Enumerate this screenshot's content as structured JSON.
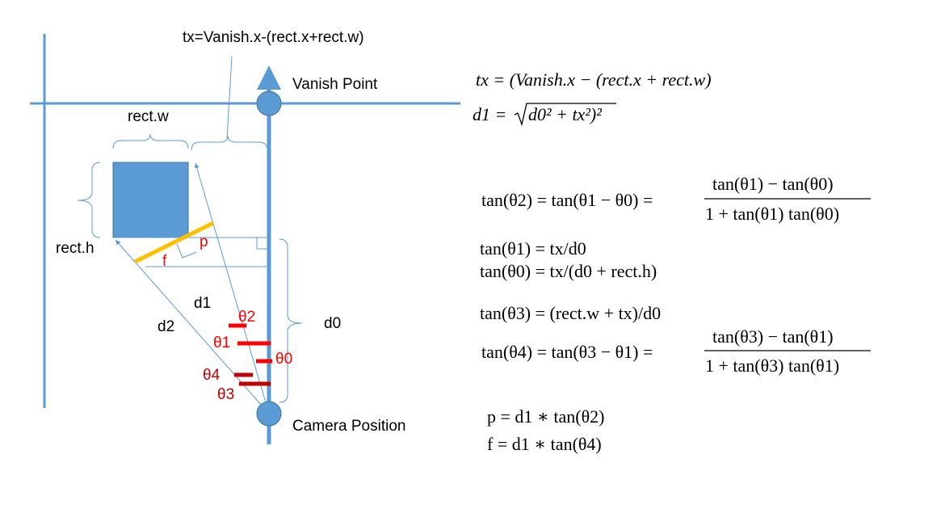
{
  "colors": {
    "blue": "#5b9bd5",
    "box_fill": "#5b9bd5",
    "box_stroke": "#41719c",
    "yellow": "#ffc000",
    "red": "#ff0000",
    "dark_red": "#c00000",
    "brace": "#5b9bd5"
  },
  "labels": {
    "tx_top": "tx=Vanish.x-(rect.x+rect.w)",
    "vanish_point": "Vanish Point",
    "camera_position": "Camera Position",
    "rect_w": "rect.w",
    "rect_h": "rect.h",
    "d0": "d0",
    "d1": "d1",
    "d2": "d2",
    "p": "p",
    "f": "f",
    "theta0": "θ0",
    "theta1": "θ1",
    "theta2": "θ2",
    "theta3": "θ3",
    "theta4": "θ4"
  },
  "equations": {
    "tx": "tx = (Vanish.x − (rect.x + rect.w)",
    "d1_lhs": "d1 =",
    "d1_rad": "d0² + tx²)²",
    "tan2_lhs": "tan(θ2) = tan(θ1 − θ0) =",
    "tan2_num": "tan(θ1) − tan(θ0)",
    "tan2_den": "1 + tan(θ1) tan(θ0)",
    "tan1": "tan(θ1) = tx/d0",
    "tan0": "tan(θ0) = tx/(d0 + rect.h)",
    "tan3": "tan(θ3) = (rect.w + tx)/d0",
    "tan4_lhs": "tan(θ4) = tan(θ3 − θ1) =",
    "tan4_num": "tan(θ3) − tan(θ1)",
    "tan4_den": "1 + tan(θ3) tan(θ1)",
    "p": "p = d1 ∗ tan(θ2)",
    "f": "f = d1 ∗ tan(θ4)"
  }
}
